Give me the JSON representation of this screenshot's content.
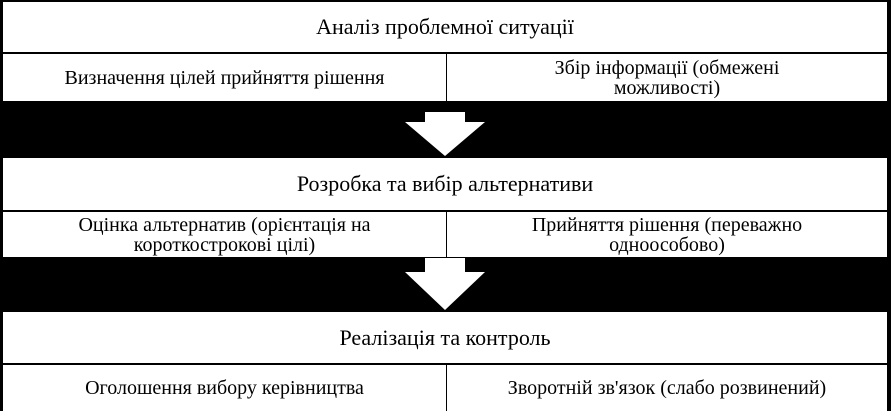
{
  "colors": {
    "background": "#000000",
    "box_fill": "#ffffff",
    "text": "#000000"
  },
  "stages": [
    {
      "title": "Аналіз проблемної ситуації",
      "left": "Визначення цілей прийняття рішення",
      "right": "Збір інформації (обмежені можливості)"
    },
    {
      "title": "Розробка та вибір альтернативи",
      "left": "Оцінка альтернатив (орієнтація на короткострокові цілі)",
      "right": "Прийняття рішення (переважно одноособово)"
    },
    {
      "title": "Реалізація та контроль",
      "left": "Оголошення вибору керівництва",
      "right": "Зворотній зв'язок (слабо розвинений)"
    }
  ],
  "arrow_icon": "down-arrow-icon"
}
